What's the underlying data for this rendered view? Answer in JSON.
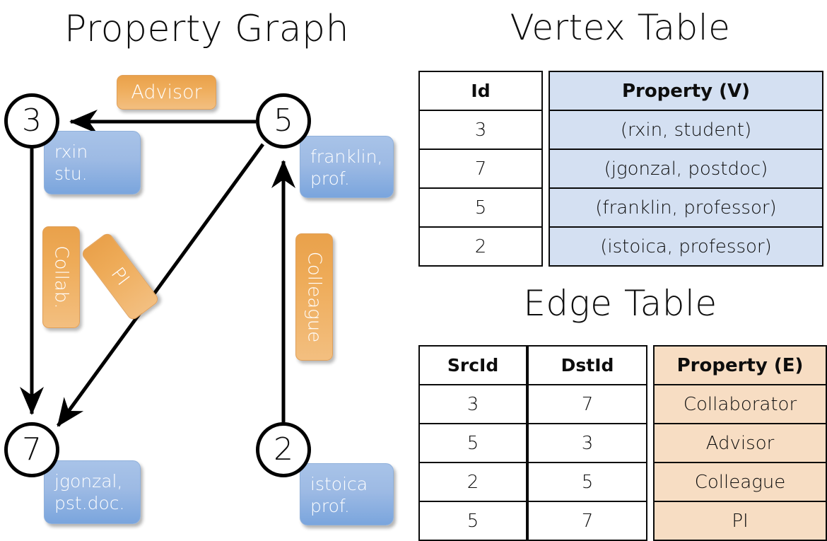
{
  "titles": {
    "property_graph": "Property Graph",
    "vertex_table": "Vertex Table",
    "edge_table": "Edge Table"
  },
  "graph": {
    "vertices": [
      {
        "id": "3",
        "label": "rxin\nstu."
      },
      {
        "id": "5",
        "label": "franklin,\nprof."
      },
      {
        "id": "7",
        "label": "jgonzal,\npst.doc."
      },
      {
        "id": "2",
        "label": "istoica\nprof."
      }
    ],
    "edge_labels": [
      {
        "name": "advisor",
        "text": "Advisor"
      },
      {
        "name": "collab",
        "text": "Collab."
      },
      {
        "name": "pi",
        "text": "PI"
      },
      {
        "name": "colleague",
        "text": "Colleague"
      }
    ],
    "edges": [
      {
        "from": "5",
        "to": "3",
        "label": "Advisor"
      },
      {
        "from": "3",
        "to": "7",
        "label": "Collab."
      },
      {
        "from": "5",
        "to": "7",
        "label": "PI"
      },
      {
        "from": "2",
        "to": "5",
        "label": "Colleague"
      }
    ]
  },
  "vertex_table": {
    "headers": [
      "Id",
      "Property (V)"
    ],
    "rows": [
      {
        "id": "3",
        "property": "(rxin, student)"
      },
      {
        "id": "7",
        "property": "(jgonzal, postdoc)"
      },
      {
        "id": "5",
        "property": "(franklin, professor)"
      },
      {
        "id": "2",
        "property": "(istoica, professor)"
      }
    ]
  },
  "edge_table": {
    "headers": [
      "SrcId",
      "DstId",
      "Property (E)"
    ],
    "rows": [
      {
        "src": "3",
        "dst": "7",
        "property": "Collaborator"
      },
      {
        "src": "5",
        "dst": "3",
        "property": "Advisor"
      },
      {
        "src": "2",
        "dst": "5",
        "property": "Colleague"
      },
      {
        "src": "5",
        "dst": "7",
        "property": "PI"
      }
    ]
  },
  "colors": {
    "vertex_property_fill": "#d4e0f2",
    "edge_property_fill": "#f7ddc3",
    "node_callout_blue": "#7aa5dd",
    "edge_tag_orange": "#eeab58",
    "stroke": "#000000"
  }
}
